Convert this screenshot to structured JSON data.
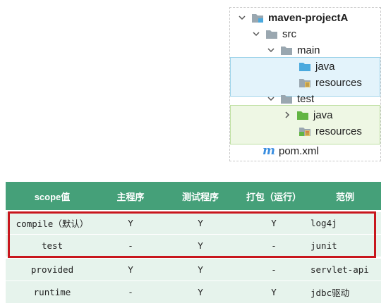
{
  "tree": {
    "project": "maven-projectA",
    "src": "src",
    "main": "main",
    "main_java": "java",
    "main_resources": "resources",
    "test": "test",
    "test_java": "java",
    "test_resources": "resources",
    "pom_logo": "m",
    "pom": "pom.xml"
  },
  "table": {
    "headers": [
      "scope值",
      "主程序",
      "测试程序",
      "打包（运行）",
      "范例"
    ],
    "rows": [
      [
        "compile（默认）",
        "Y",
        "Y",
        "Y",
        "log4j"
      ],
      [
        "test",
        "-",
        "Y",
        "-",
        "junit"
      ],
      [
        "provided",
        "Y",
        "Y",
        "-",
        "servlet-api"
      ],
      [
        "runtime",
        "-",
        "Y",
        "Y",
        "jdbc驱动"
      ]
    ]
  },
  "colors": {
    "header_bg": "#45a079",
    "row_bg": "#e6f3ec",
    "highlight_border": "#c8161d",
    "main_highlight": "#e3f3fb",
    "test_highlight": "#eef7e4",
    "folder_blue": "#4aa9de",
    "folder_green": "#62b543",
    "folder_gray": "#9aa7b0"
  }
}
